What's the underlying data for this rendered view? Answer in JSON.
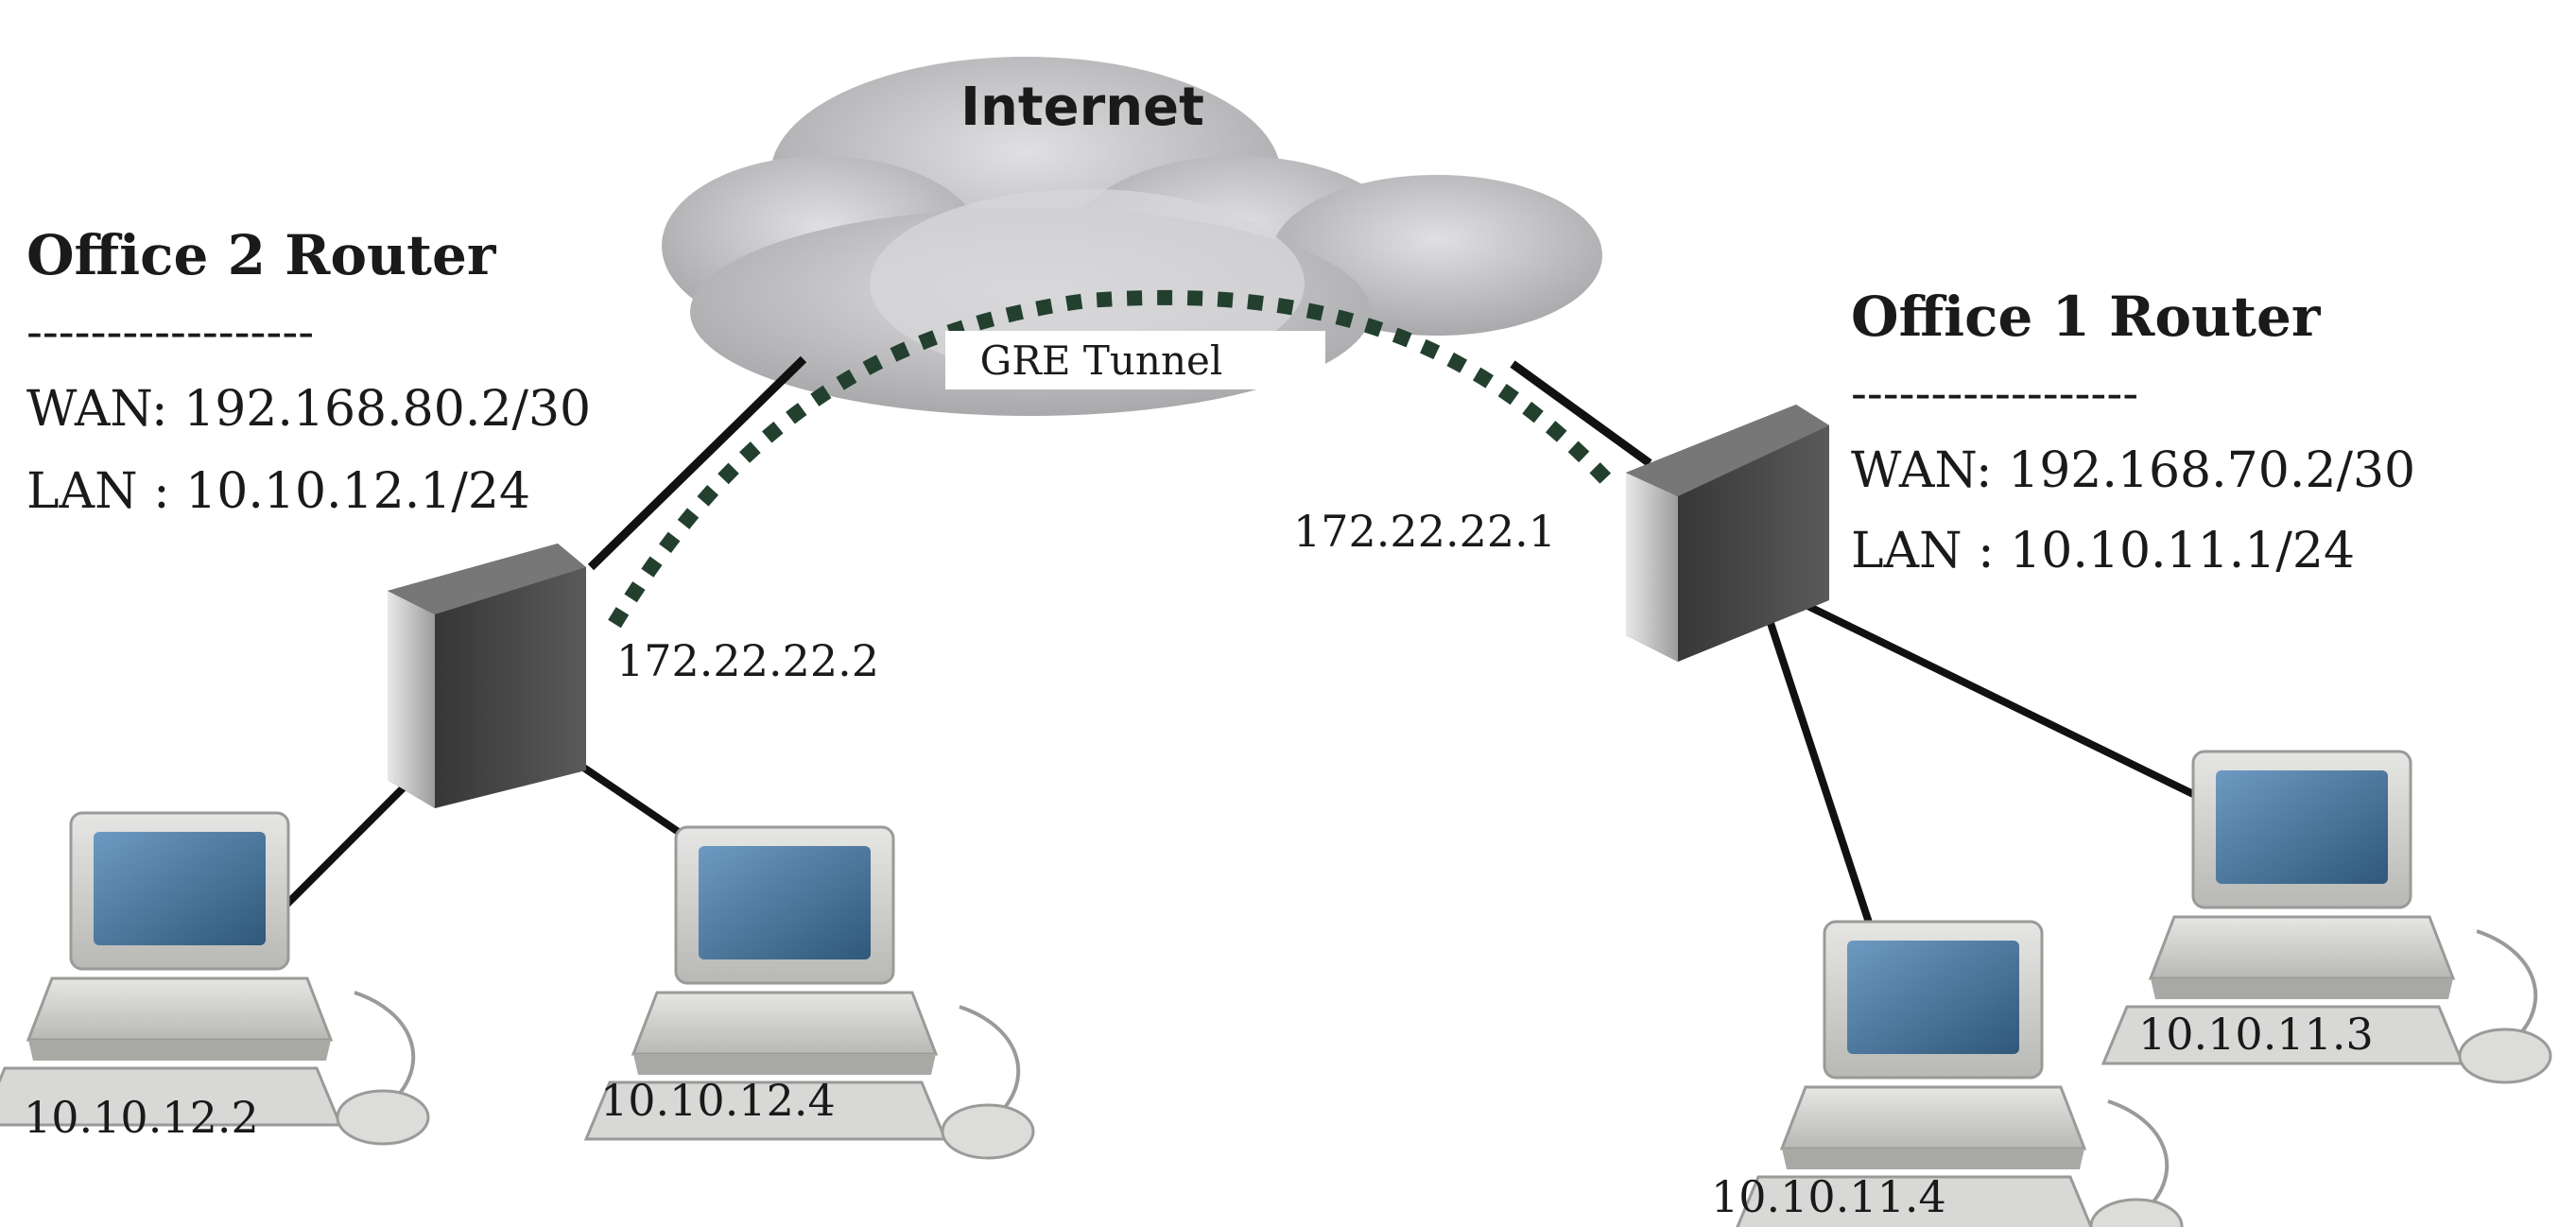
{
  "cloud": {
    "label": "Internet"
  },
  "tunnel": {
    "label": "GRE Tunnel",
    "color": "#23402f"
  },
  "office2": {
    "title": "Office 2 Router",
    "divider": "------------------",
    "wan": "WAN: 192.168.80.2/30",
    "lan": "LAN : 10.10.12.1/24",
    "tunnel_ip": "172.22.22.2",
    "hosts": [
      {
        "ip": "10.10.12.2"
      },
      {
        "ip": "10.10.12.4"
      }
    ]
  },
  "office1": {
    "title": "Office 1 Router",
    "divider": "------------------",
    "wan": "WAN: 192.168.70.2/30",
    "lan": "LAN : 10.10.11.1/24",
    "tunnel_ip": "172.22.22.1",
    "hosts": [
      {
        "ip": "10.10.11.4"
      },
      {
        "ip": "10.10.11.3"
      }
    ]
  },
  "colors": {
    "link": "#111111",
    "router_body": "#3a3a3a",
    "router_face": "#bdbdbd",
    "cloud_fill": "#c9c9cb",
    "screen": "#3f6e98",
    "computer": "#d4d4d2"
  }
}
